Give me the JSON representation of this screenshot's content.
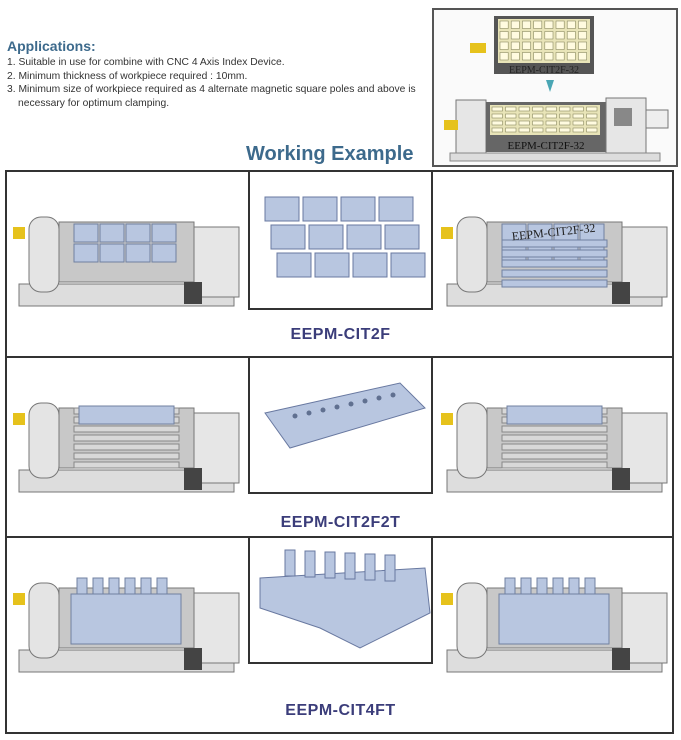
{
  "applications": {
    "title": "Applications:",
    "items": [
      "1. Suitable in use for combine with CNC 4 Axis Index Device.",
      "2. Minimum thickness of workpiece required : 10mm.",
      "3. Minimum size of workpiece required as 4 alternate magnetic square poles and above is necessary for optimum clamping."
    ]
  },
  "top_figure": {
    "plate_label": "EEPM-CIT2F-32",
    "machine_label": "EEPM-CIT2F-32"
  },
  "section_title": "Working Example",
  "examples": [
    {
      "model": "EEPM-CIT2F",
      "machine_label": "EEPM-CIT2F-32"
    },
    {
      "model": "EEPM-CIT2F2T"
    },
    {
      "model": "EEPM-CIT4FT"
    }
  ],
  "colors": {
    "heading": "#3d6a8c",
    "model_label": "#3b3d7a",
    "part": "#b8c6e0"
  }
}
